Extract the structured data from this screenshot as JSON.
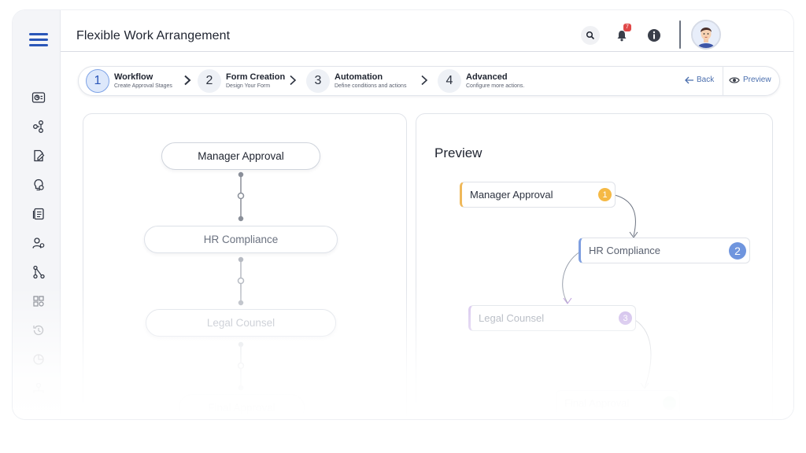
{
  "header": {
    "title": "Flexible Work Arrangement",
    "notification_count": "7"
  },
  "stepper": {
    "steps": [
      {
        "num": "1",
        "title": "Workflow",
        "subtitle": "Create Approval Stages"
      },
      {
        "num": "2",
        "title": "Form Creation",
        "subtitle": "Design Your Form"
      },
      {
        "num": "3",
        "title": "Automation",
        "subtitle": "Define conditions and actions"
      },
      {
        "num": "4",
        "title": "Advanced",
        "subtitle": "Configure more actions."
      }
    ],
    "back_label": "Back",
    "preview_label": "Preview"
  },
  "workflow": {
    "stages": [
      "Manager Approval",
      "HR Compliance",
      "Legal Counsel",
      "Final Approval"
    ]
  },
  "preview": {
    "title": "Preview",
    "nodes": [
      {
        "label": "Manager Approval",
        "num": "1"
      },
      {
        "label": "HR Compliance",
        "num": "2"
      },
      {
        "label": "Legal Counsel",
        "num": "3"
      },
      {
        "label": "Final Approval",
        "num": ""
      }
    ]
  },
  "colors": {
    "accent": "#2a56b8",
    "stage1": "#f5b945",
    "stage2": "#6f95de",
    "stage3": "#c9b3e8",
    "stage4": "#c3e6d6"
  }
}
